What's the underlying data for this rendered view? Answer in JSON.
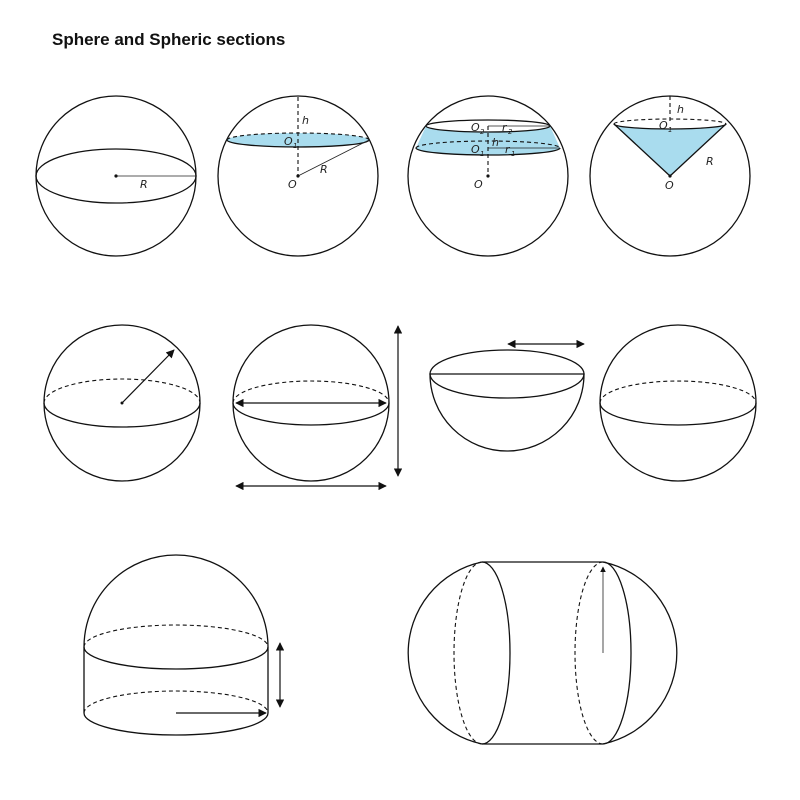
{
  "title": "Sphere and Spheric sections",
  "labels": {
    "R": "R",
    "h": "h",
    "O": "O",
    "O1": "O",
    "O2": "O",
    "r": "r",
    "sub1": "1",
    "sub2": "2"
  },
  "colors": {
    "outline": "#111111",
    "blue_fill": "#a9dcee",
    "pink_light": "#fbe8f4",
    "pink_dark": "#f0b6d6",
    "pink_cavity": "#f2a9cf"
  }
}
